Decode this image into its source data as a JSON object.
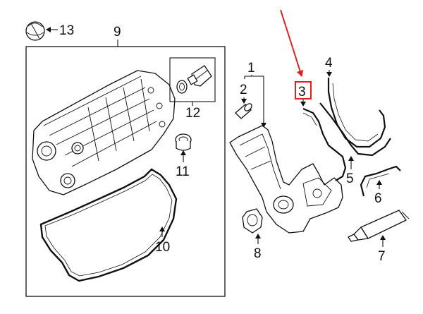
{
  "diagram": {
    "callouts": [
      {
        "id": "1",
        "label": "1"
      },
      {
        "id": "2",
        "label": "2"
      },
      {
        "id": "3",
        "label": "3"
      },
      {
        "id": "4",
        "label": "4"
      },
      {
        "id": "5",
        "label": "5"
      },
      {
        "id": "6",
        "label": "6"
      },
      {
        "id": "7",
        "label": "7"
      },
      {
        "id": "8",
        "label": "8"
      },
      {
        "id": "9",
        "label": "9"
      },
      {
        "id": "10",
        "label": "10"
      },
      {
        "id": "11",
        "label": "11"
      },
      {
        "id": "12",
        "label": "12"
      },
      {
        "id": "13",
        "label": "13"
      }
    ],
    "highlighted_callout": "3",
    "colors": {
      "line": "#111111",
      "highlight": "#e02020",
      "background": "#ffffff"
    }
  }
}
